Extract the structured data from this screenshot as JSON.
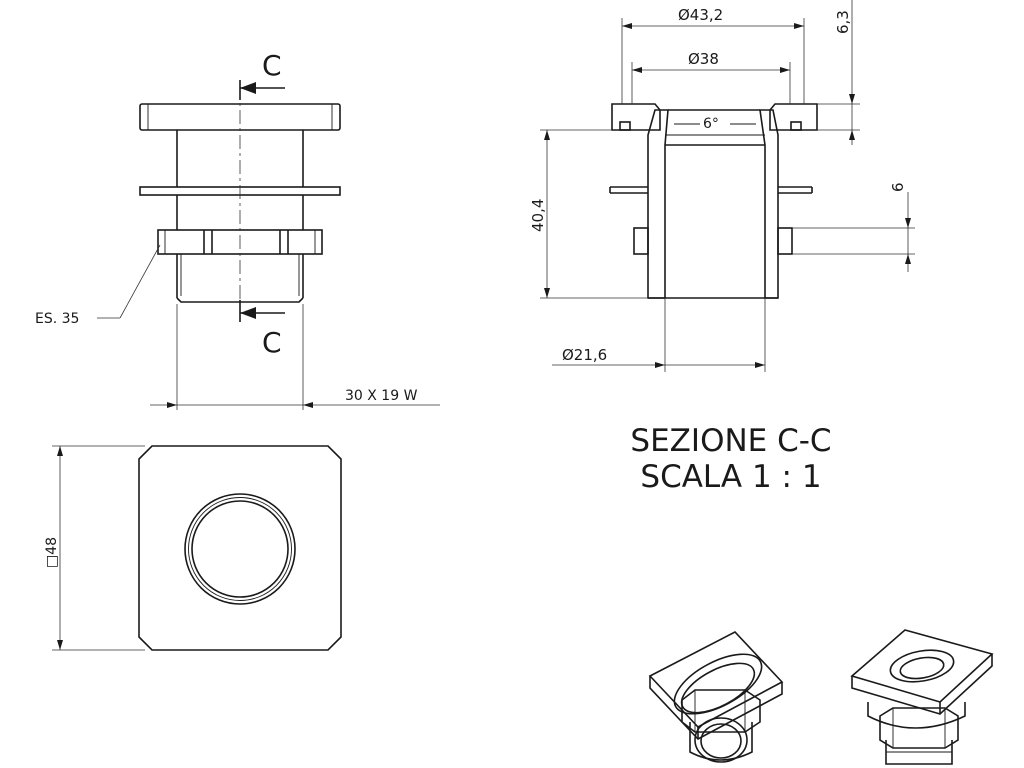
{
  "section_markers": [
    "C",
    "C"
  ],
  "callouts": {
    "thickness": "ES. 35",
    "thread": "30 X 19 W",
    "square": "□48"
  },
  "dimensions": {
    "outer_diameter": "Ø43,2",
    "inner_diameter": "Ø38",
    "flange_thickness": "6,3",
    "angle": "6°",
    "height": "40,4",
    "nut_height": "6",
    "bore_diameter": "Ø21,6"
  },
  "section_title": {
    "line1": "SEZIONE C-C",
    "line2": "SCALA 1 : 1"
  },
  "colors": {
    "line": "#1a1a1a",
    "background": "#ffffff"
  }
}
